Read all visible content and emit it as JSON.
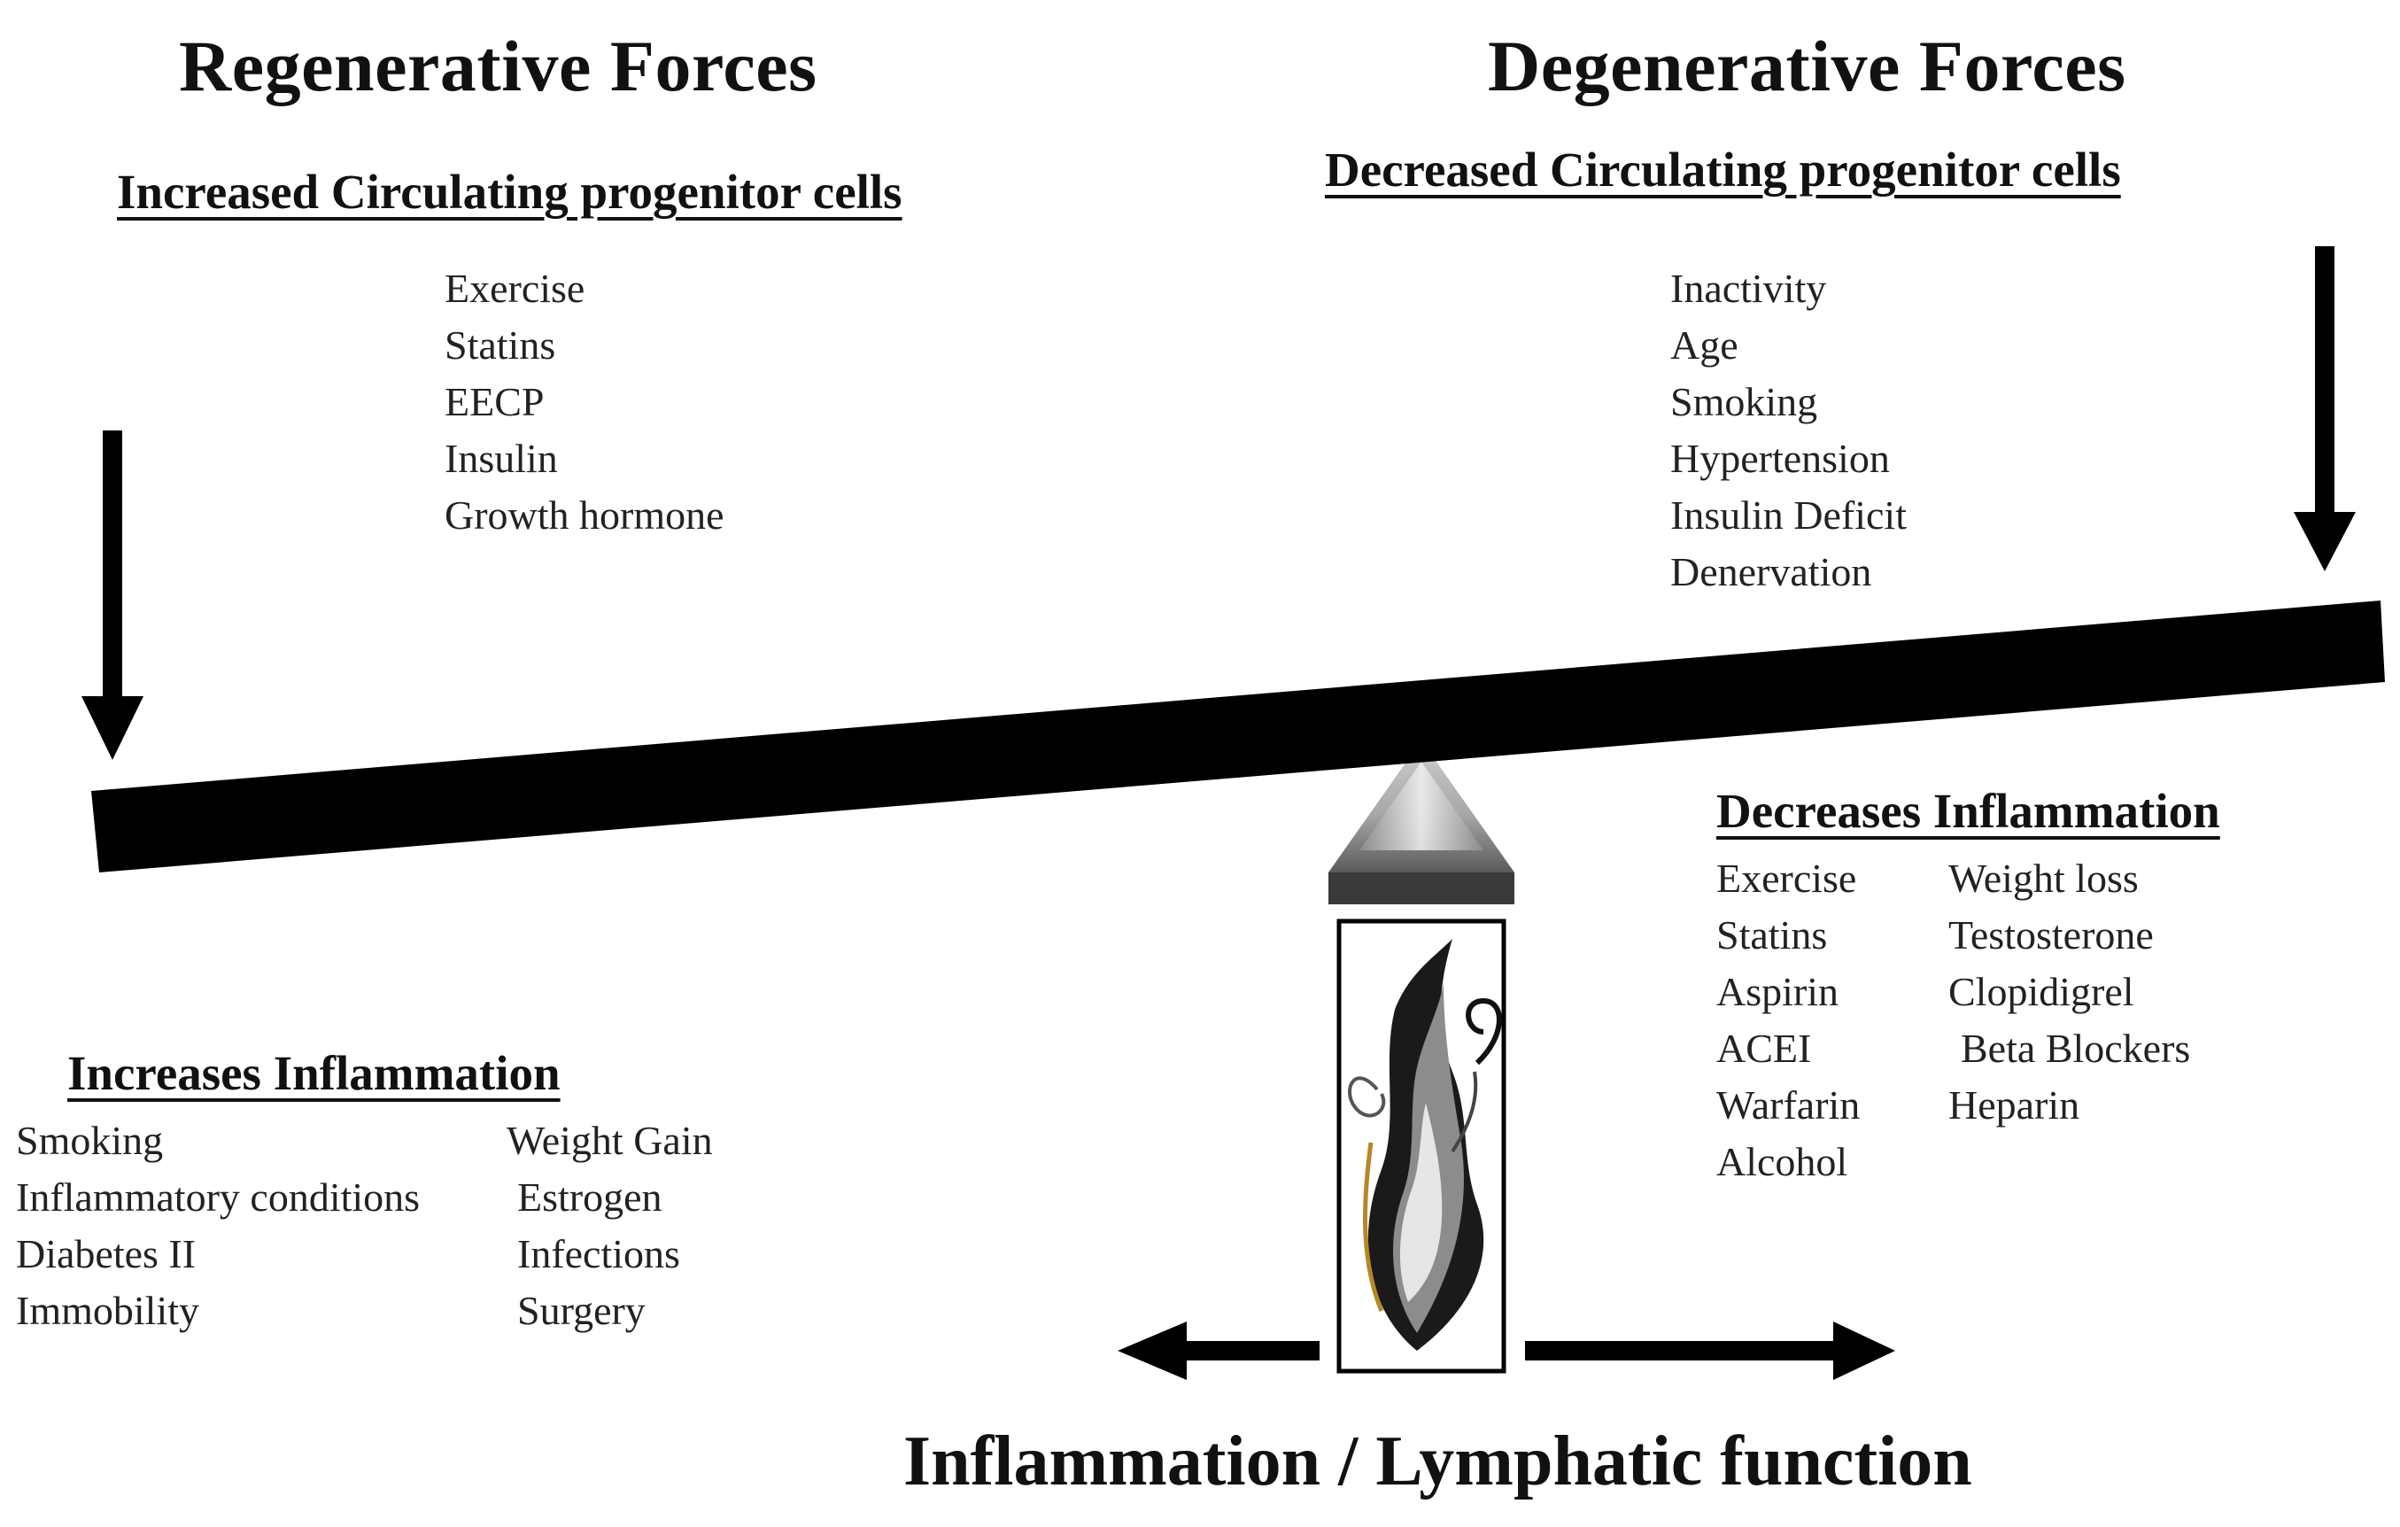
{
  "left": {
    "title": "Regenerative Forces",
    "subheading": "Increased Circulating progenitor cells",
    "items": [
      "Exercise",
      "Statins",
      "EECP",
      "Insulin",
      "Growth hormone"
    ]
  },
  "right": {
    "title": "Degenerative Forces",
    "subheading": "Decreased Circulating progenitor cells",
    "items": [
      "Inactivity",
      "Age",
      "Smoking",
      "Hypertension",
      "Insulin Deficit",
      "Denervation"
    ]
  },
  "increases_inflammation": {
    "heading": "Increases  Inflammation",
    "col1": [
      "Smoking",
      "Inflammatory conditions",
      "Diabetes II",
      "Immobility"
    ],
    "col2": [
      "Weight Gain",
      "Estrogen",
      "Infections",
      "Surgery"
    ]
  },
  "decreases_inflammation": {
    "heading": "Decreases Inflammation",
    "col1": [
      "Exercise",
      "Statins",
      "Aspirin",
      "ACEI",
      "Warfarin",
      "Alcohol"
    ],
    "col2": [
      "Weight loss",
      "Testosterone",
      "Clopidigrel",
      "Beta Blockers",
      "Heparin"
    ]
  },
  "bottom_label": "Inflammation / Lymphatic function",
  "colors": {
    "ink": "#000000",
    "text": "#222222"
  },
  "icons": [
    "down-arrow-icon",
    "flame-icon",
    "left-arrow-icon",
    "right-arrow-icon"
  ]
}
